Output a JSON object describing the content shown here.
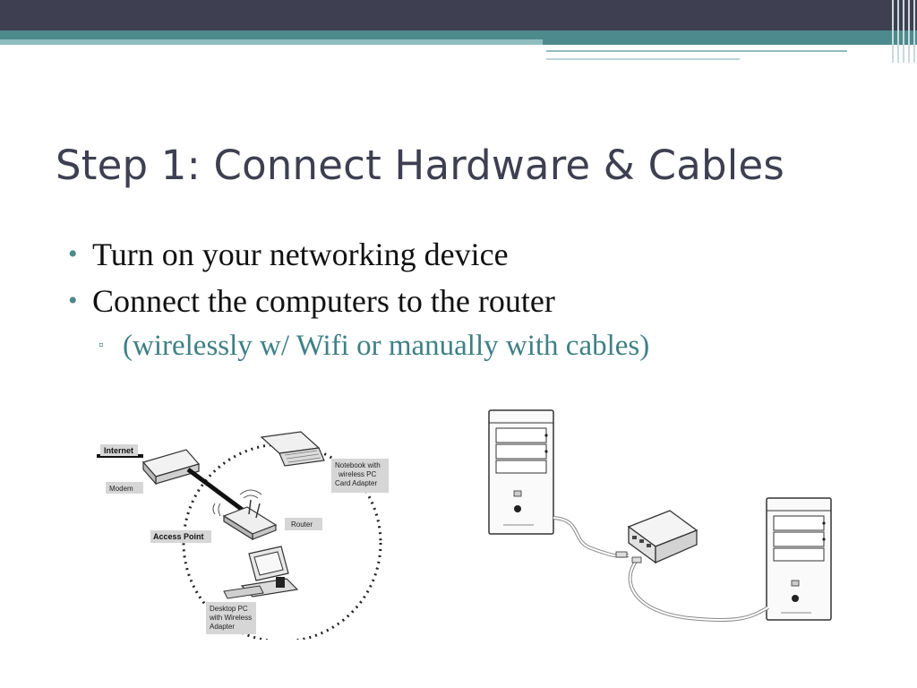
{
  "slide": {
    "title": "Step 1: Connect Hardware & Cables",
    "bullets": [
      "Turn on your networking device",
      "Connect the computers to the router"
    ],
    "sub_bullet": "(wirelessly w/ Wifi or manually with cables)"
  },
  "left_diagram": {
    "labels": {
      "internet": "Internet",
      "modem": "Modem",
      "access_point": "Access Point",
      "router": "Router",
      "notebook": [
        "Notebook with",
        "wireless PC",
        "Card Adapter"
      ],
      "desktop": [
        "Desktop PC",
        "with Wireless",
        "Adapter"
      ]
    }
  },
  "colors": {
    "banner_dark": "#3f3f52",
    "accent_teal": "#4d8a8e",
    "title_text": "#3f3f52",
    "sub_bullet_text": "#3f8085"
  }
}
